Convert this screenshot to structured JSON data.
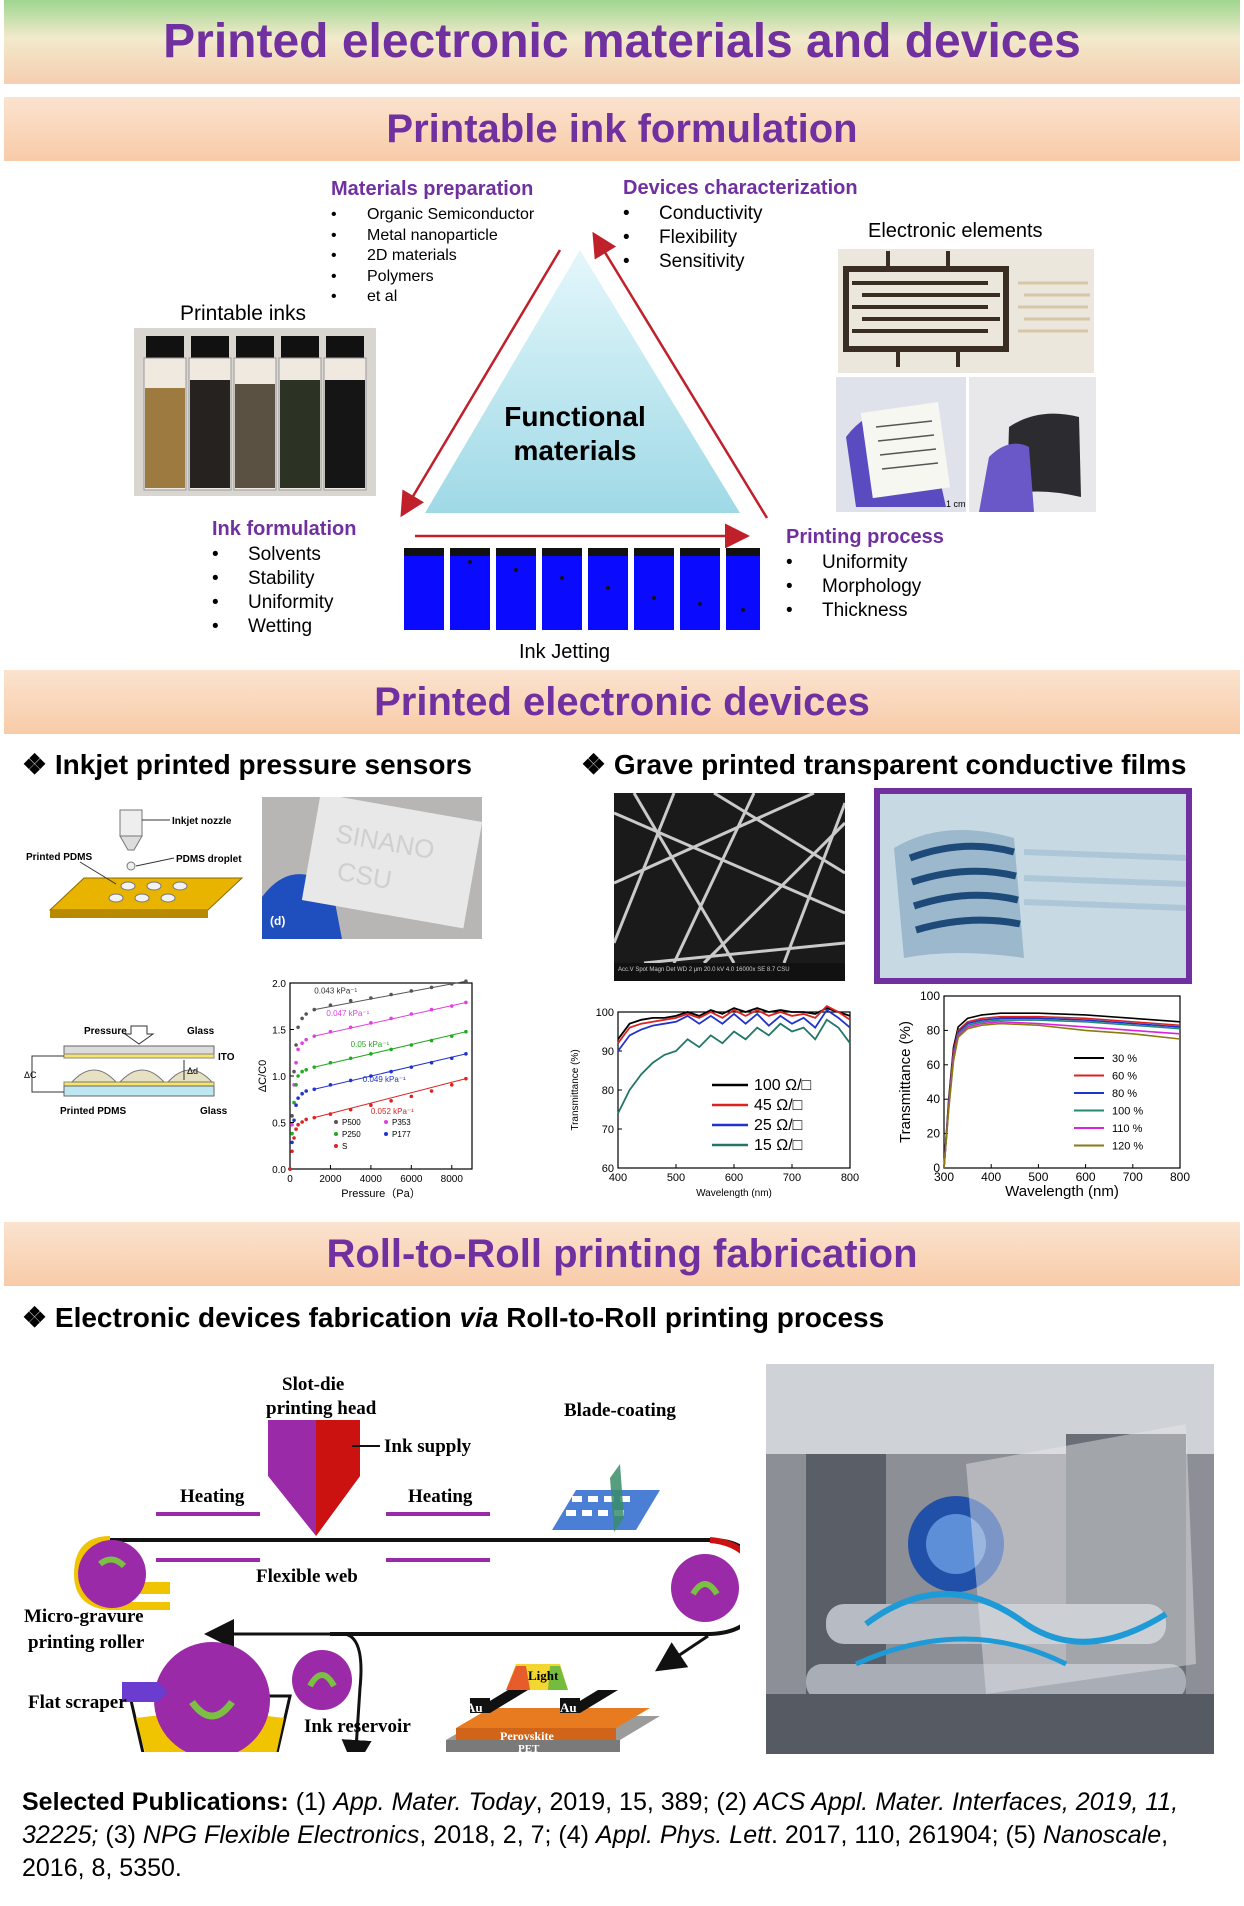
{
  "main_title": "Printed electronic materials and devices",
  "sections": {
    "ink": "Printable ink formulation",
    "devices": "Printed electronic devices",
    "r2r": "Roll-to-Roll printing fabrication"
  },
  "triangle": {
    "center": [
      "Functional",
      "materials"
    ],
    "materials_prep": {
      "title": "Materials preparation",
      "items": [
        "Organic Semiconductor",
        "Metal nanoparticle",
        "2D materials",
        "Polymers",
        "et al"
      ]
    },
    "devices_char": {
      "title": "Devices characterization",
      "items": [
        "Conductivity",
        "Flexibility",
        "Sensitivity"
      ]
    },
    "ink_formulation": {
      "title": "Ink formulation",
      "items": [
        "Solvents",
        "Stability",
        "Uniformity",
        "Wetting"
      ]
    },
    "printing_process": {
      "title": "Printing process",
      "items": [
        "Uniformity",
        "Morphology",
        "Thickness"
      ]
    },
    "printable_inks": "Printable inks",
    "electronic_elements": "Electronic elements",
    "ink_jetting": "Ink Jetting",
    "scale_1cm": "1 cm"
  },
  "devices": {
    "inkjet_title": "Inkjet printed pressure sensors",
    "gravure_title": "Grave printed transparent conductive films",
    "schematic1": {
      "nozzle": "Inkjet nozzle",
      "printed_pdms": "Printed PDMS",
      "droplet": "PDMS droplet"
    },
    "photo_text": [
      "SINANO",
      "CSU"
    ],
    "photo_tag": "(d)",
    "schematic2": {
      "pressure": "Pressure",
      "glass_top": "Glass",
      "ito": "ITO",
      "delta_d": "Δd",
      "delta_c": "ΔC",
      "printed_pdms": "Printed PDMS",
      "glass_bottom": "Glass"
    },
    "sem_caption": "Acc.V  Spot Magn   Det  WD     2 μm\n20.0 kV 4.0  16000x  SE   8.7  CSU"
  },
  "r2r": {
    "subtitle_pre": "Electronic devices fabrication ",
    "subtitle_via": "via",
    "subtitle_post": " Roll-to-Roll printing process",
    "labels": {
      "slot_die": [
        "Slot-die",
        "printing head"
      ],
      "ink_supply": "Ink supply",
      "heating_l": "Heating",
      "heating_r": "Heating",
      "blade": "Blade-coating",
      "flex_web": "Flexible web",
      "gravure_roller": [
        "Micro-gravure",
        "printing roller"
      ],
      "flat_scraper": "Flat scraper",
      "ink_reservoir": "Ink reservoir",
      "light": "Light",
      "au_l": "Au",
      "au_r": "Au",
      "perovskite": "Perovskite",
      "pet": "PET"
    }
  },
  "publications": {
    "label": "Selected Publications:",
    "parts": [
      [
        "n",
        " (1) "
      ],
      [
        "i",
        "App. Mater. Today"
      ],
      [
        "n",
        ", 2019, 15, 389; (2) "
      ],
      [
        "i",
        "ACS Appl. Mater. Interfaces, 2019, 11, 32225;"
      ],
      [
        "n",
        " (3) "
      ],
      [
        "i",
        "NPG Flexible Electronics"
      ],
      [
        "n",
        ", 2018, 2, 7; (4) "
      ],
      [
        "i",
        "Appl. Phys. Lett"
      ],
      [
        "n",
        ". 2017, 110, 261904; (5) "
      ],
      [
        "i",
        "Nanoscale"
      ],
      [
        "n",
        ", 2016, 8, 5350."
      ]
    ]
  },
  "chart_data": [
    {
      "type": "scatter",
      "xlabel": "Pressure（Pa）",
      "ylabel": "ΔC/C0",
      "xlim": [
        0,
        9000
      ],
      "ylim": [
        0,
        2.1
      ],
      "xticks": [
        "0",
        "2000",
        "4000",
        "6000",
        "8000"
      ],
      "yticks": [
        "0.0",
        "0.5",
        "1.0",
        "1.5",
        "2.0"
      ],
      "annotations": [
        "0.043 kPa⁻¹",
        "0.047 kPa⁻¹",
        "0.05 kPa⁻¹",
        "0.049 kPa⁻¹",
        "0.052 kPa⁻¹"
      ],
      "legend": [
        "P500",
        "P353",
        "P250",
        "P177",
        "S"
      ],
      "series": [
        {
          "name": "P500",
          "color": "#555555",
          "x": [
            0,
            100,
            200,
            300,
            400,
            600,
            800,
            1200,
            2000,
            3000,
            4000,
            5000,
            6000,
            7000,
            8000,
            8700
          ],
          "y": [
            0,
            0.6,
            1.1,
            1.4,
            1.6,
            1.7,
            1.75,
            1.8,
            1.85,
            1.9,
            1.93,
            1.97,
            2.01,
            2.05,
            2.09,
            2.12
          ]
        },
        {
          "name": "P353",
          "color": "#e040e0",
          "x": [
            0,
            100,
            200,
            300,
            400,
            600,
            800,
            1200,
            2000,
            3000,
            4000,
            5000,
            6000,
            7000,
            8000,
            8700
          ],
          "y": [
            0,
            0.5,
            0.95,
            1.2,
            1.35,
            1.42,
            1.46,
            1.5,
            1.55,
            1.6,
            1.65,
            1.7,
            1.75,
            1.8,
            1.84,
            1.88
          ]
        },
        {
          "name": "P250",
          "color": "#22aa22",
          "x": [
            0,
            100,
            200,
            300,
            400,
            600,
            800,
            1200,
            2000,
            3000,
            4000,
            5000,
            6000,
            7000,
            8000,
            8700
          ],
          "y": [
            0,
            0.4,
            0.75,
            0.95,
            1.05,
            1.1,
            1.12,
            1.15,
            1.2,
            1.25,
            1.3,
            1.35,
            1.4,
            1.45,
            1.5,
            1.55
          ]
        },
        {
          "name": "P177",
          "color": "#2233cc",
          "x": [
            0,
            100,
            200,
            300,
            400,
            600,
            800,
            1200,
            2000,
            3000,
            4000,
            5000,
            6000,
            7000,
            8000,
            8700
          ],
          "y": [
            0,
            0.3,
            0.55,
            0.72,
            0.8,
            0.85,
            0.88,
            0.9,
            0.95,
            1.0,
            1.05,
            1.1,
            1.15,
            1.2,
            1.25,
            1.3
          ]
        },
        {
          "name": "S",
          "color": "#dd2222",
          "x": [
            0,
            100,
            200,
            300,
            400,
            600,
            800,
            1200,
            2000,
            3000,
            4000,
            5000,
            6000,
            7000,
            8000,
            8700
          ],
          "y": [
            0,
            0.2,
            0.35,
            0.45,
            0.5,
            0.53,
            0.56,
            0.58,
            0.62,
            0.67,
            0.72,
            0.77,
            0.82,
            0.88,
            0.95,
            1.02
          ]
        }
      ]
    },
    {
      "type": "line",
      "xlabel": "Wavelength (nm)",
      "ylabel": "Transmittance (%)",
      "xlim": [
        400,
        800
      ],
      "ylim": [
        60,
        100
      ],
      "xticks": [
        "400",
        "500",
        "600",
        "700",
        "800"
      ],
      "yticks": [
        "60",
        "70",
        "80",
        "90",
        "100"
      ],
      "legend": [
        "100 Ω/□",
        "45 Ω/□",
        "25 Ω/□",
        "15 Ω/□"
      ],
      "series": [
        {
          "name": "100 Ω/□",
          "color": "#000000",
          "x": [
            400,
            420,
            440,
            460,
            480,
            500,
            520,
            540,
            560,
            580,
            600,
            620,
            640,
            660,
            680,
            700,
            720,
            740,
            760,
            780,
            800
          ],
          "y": [
            93,
            97,
            98,
            98.5,
            98.5,
            99,
            100,
            99,
            100.5,
            99.5,
            101,
            100,
            101,
            100,
            100.5,
            100,
            100,
            99.5,
            101,
            100,
            99
          ]
        },
        {
          "name": "45 Ω/□",
          "color": "#dd2222",
          "x": [
            400,
            420,
            440,
            460,
            480,
            500,
            520,
            540,
            560,
            580,
            600,
            620,
            640,
            660,
            680,
            700,
            720,
            740,
            760,
            780,
            800
          ],
          "y": [
            92,
            96,
            97,
            97.5,
            98,
            98.5,
            99.5,
            98.5,
            100,
            98.5,
            100.5,
            99,
            100.5,
            99,
            100,
            99,
            99.5,
            98.5,
            101.5,
            100,
            98
          ]
        },
        {
          "name": "25 Ω/□",
          "color": "#2233cc",
          "x": [
            400,
            420,
            440,
            460,
            480,
            500,
            520,
            540,
            560,
            580,
            600,
            620,
            640,
            660,
            680,
            700,
            720,
            740,
            760,
            780,
            800
          ],
          "y": [
            90,
            94,
            95.5,
            96.5,
            97,
            97.5,
            99,
            97,
            99,
            97,
            99.5,
            97,
            99.5,
            96.5,
            99,
            97,
            98.5,
            96,
            100.5,
            98.5,
            96
          ]
        },
        {
          "name": "15 Ω/□",
          "color": "#227766",
          "x": [
            400,
            420,
            440,
            460,
            480,
            500,
            520,
            540,
            560,
            580,
            600,
            620,
            640,
            660,
            680,
            700,
            720,
            740,
            760,
            780,
            800
          ],
          "y": [
            74,
            80,
            84,
            87,
            89,
            90,
            93,
            91,
            94,
            92,
            95,
            93,
            96,
            94,
            97,
            95,
            96,
            93,
            98,
            96,
            92
          ]
        }
      ]
    },
    {
      "type": "line",
      "xlabel": "Wavelength (nm)",
      "ylabel": "Transmittance (%)",
      "xlim": [
        300,
        800
      ],
      "ylim": [
        0,
        100
      ],
      "xticks": [
        "300",
        "400",
        "500",
        "600",
        "700",
        "800"
      ],
      "yticks": [
        "0",
        "20",
        "40",
        "60",
        "80",
        "100"
      ],
      "legend": [
        "30 %",
        "60 %",
        "80 %",
        "100 %",
        "110 %",
        "120 %"
      ],
      "series": [
        {
          "name": "30 %",
          "color": "#000000",
          "x": [
            300,
            310,
            320,
            330,
            350,
            380,
            420,
            500,
            600,
            700,
            800
          ],
          "y": [
            0,
            40,
            70,
            82,
            87,
            89,
            90,
            90,
            89,
            87,
            85
          ]
        },
        {
          "name": "60 %",
          "color": "#dd2222",
          "x": [
            300,
            310,
            320,
            330,
            350,
            380,
            420,
            500,
            600,
            700,
            800
          ],
          "y": [
            0,
            38,
            68,
            80,
            85,
            87,
            88,
            88,
            87,
            85,
            83
          ]
        },
        {
          "name": "80 %",
          "color": "#2233cc",
          "x": [
            300,
            310,
            320,
            330,
            350,
            380,
            420,
            500,
            600,
            700,
            800
          ],
          "y": [
            0,
            37,
            66,
            79,
            84,
            86,
            87,
            87,
            86,
            84,
            82
          ]
        },
        {
          "name": "100 %",
          "color": "#228877",
          "x": [
            300,
            310,
            320,
            330,
            350,
            380,
            420,
            500,
            600,
            700,
            800
          ],
          "y": [
            0,
            36,
            65,
            78,
            83,
            85,
            86,
            86,
            85,
            83,
            81
          ]
        },
        {
          "name": "110 %",
          "color": "#dd22dd",
          "x": [
            300,
            310,
            320,
            330,
            350,
            380,
            420,
            500,
            600,
            700,
            800
          ],
          "y": [
            0,
            35,
            64,
            77,
            82,
            84,
            85,
            84,
            82,
            80,
            78
          ]
        },
        {
          "name": "120 %",
          "color": "#8a7a10",
          "x": [
            300,
            310,
            320,
            330,
            350,
            380,
            420,
            500,
            600,
            700,
            800
          ],
          "y": [
            0,
            34,
            62,
            76,
            81,
            83,
            84,
            83,
            80,
            78,
            75
          ]
        }
      ]
    }
  ]
}
